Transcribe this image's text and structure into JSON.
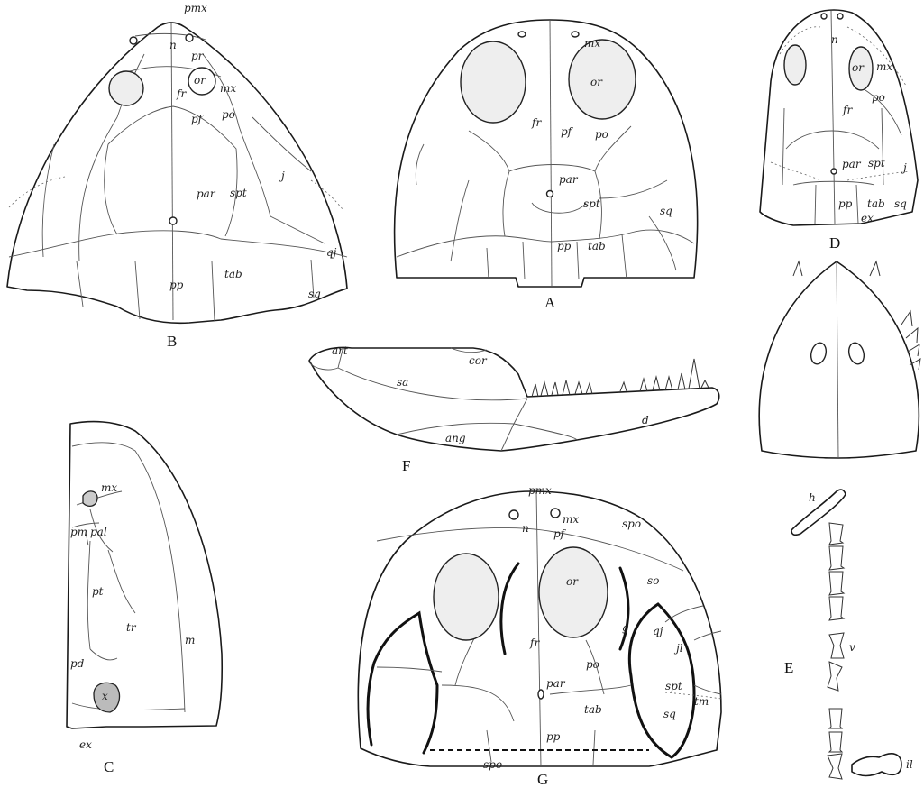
{
  "figures": {
    "B": {
      "caption": "B",
      "labels": [
        "pmx",
        "n",
        "pr",
        "or",
        "fr",
        "mx",
        "pf",
        "po",
        "par",
        "spt",
        "j",
        "qj",
        "tab",
        "pp",
        "sq"
      ]
    },
    "A": {
      "caption": "A",
      "labels": [
        "mx",
        "or",
        "fr",
        "pf",
        "po",
        "par",
        "spt",
        "sq",
        "pp",
        "tab"
      ]
    },
    "D": {
      "caption": "D",
      "labels": [
        "n",
        "or",
        "mx",
        "fr",
        "po",
        "par",
        "spt",
        "j",
        "pp",
        "tab",
        "sq",
        "ex"
      ]
    },
    "E": {
      "caption": "E",
      "labels": [
        "h",
        "v",
        "il"
      ]
    },
    "F": {
      "caption": "F",
      "labels": [
        "art",
        "cor",
        "sa",
        "d",
        "ang"
      ]
    },
    "C": {
      "caption": "C",
      "labels": [
        "mx",
        "pm",
        "pal",
        "pt",
        "tr",
        "m",
        "pd",
        "x",
        "ex"
      ]
    },
    "G": {
      "caption": "G",
      "labels": [
        "pmx",
        "n",
        "mx",
        "spo",
        "pf",
        "or",
        "so",
        "fr",
        "g",
        "qj",
        "jl",
        "po",
        "par",
        "spt",
        "tm",
        "tab",
        "sq",
        "pp",
        "spo"
      ]
    }
  }
}
